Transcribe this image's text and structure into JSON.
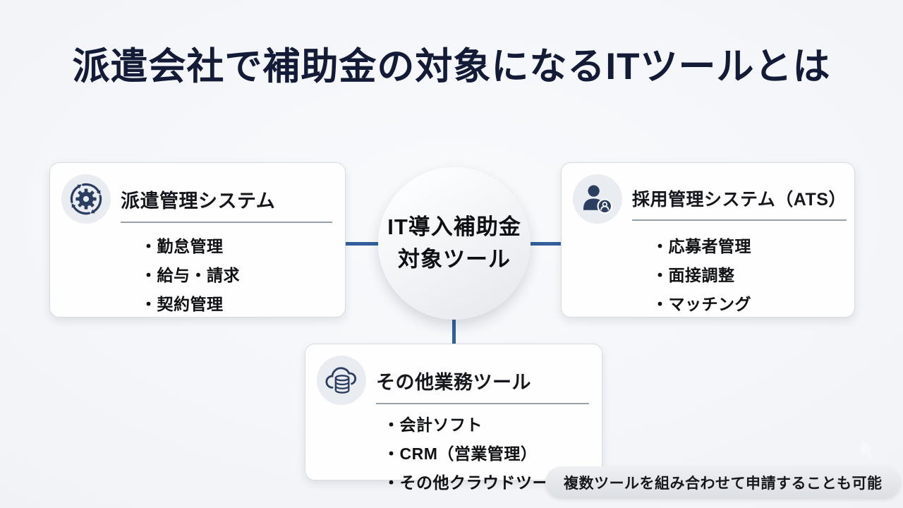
{
  "page": {
    "title": "派遣会社で補助金の対象になるITツールとは"
  },
  "center": {
    "line1": "IT導入補助金",
    "line2": "対象ツール"
  },
  "boxes": {
    "dispatch": {
      "icon": "gear-cycle-icon",
      "title": "派遣管理システム",
      "items": [
        "・勤怠管理",
        "・給与・請求",
        "・契約管理"
      ]
    },
    "recruit": {
      "icon": "person-badge-icon",
      "title": "採用管理システム（ATS）",
      "items": [
        "・応募者管理",
        "・面接調整",
        "・マッチング"
      ]
    },
    "other": {
      "icon": "cloud-database-icon",
      "title": "その他業務ツール",
      "items": [
        "・会計ソフト",
        "・CRM（営業管理）",
        "・その他クラウドツール"
      ]
    }
  },
  "badge": {
    "text": "複数ツールを組み合わせて申請することも可能"
  },
  "decorations": {
    "watermark": "cursor-icon"
  },
  "colors": {
    "background": "#f1f3f7",
    "title_text": "#141b36",
    "connector_blue": "#335f9c",
    "icon_navy": "#2c3e5f",
    "card_border": "#d7dce3",
    "icon_circle_bg": "#e9ecf1",
    "badge_bg": "#e2e5e9"
  }
}
